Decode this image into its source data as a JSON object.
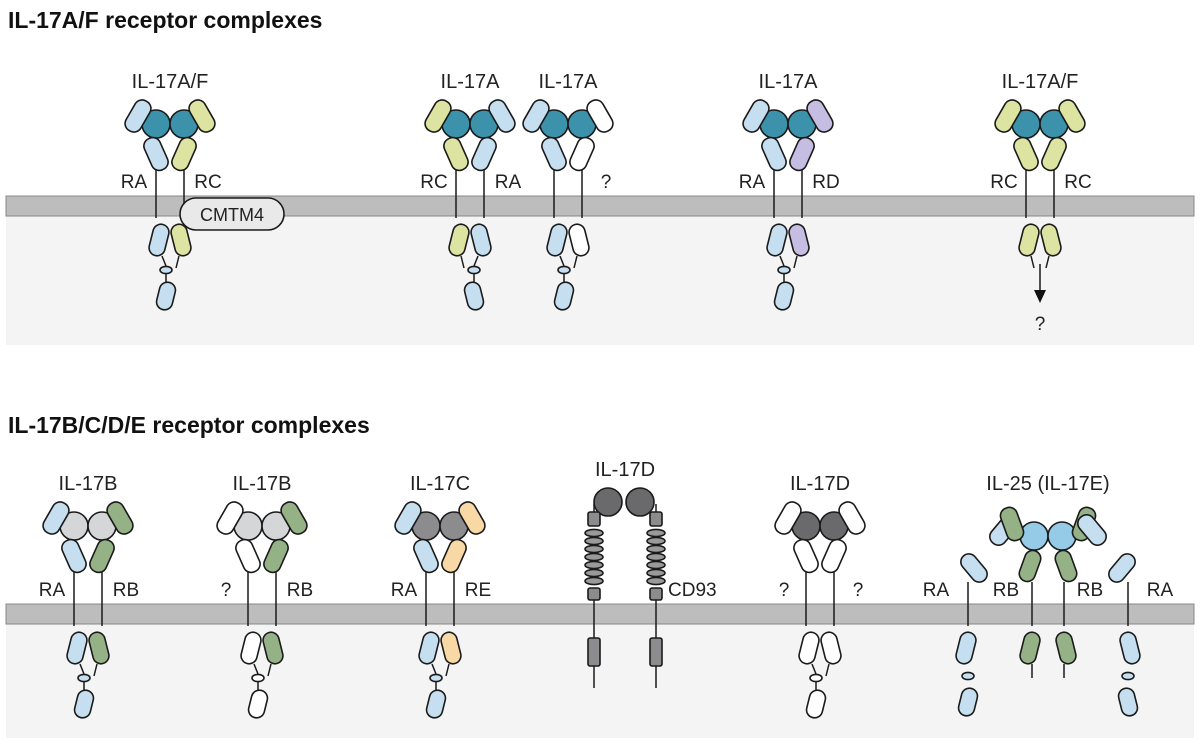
{
  "titles": {
    "af": "IL-17A/F receptor complexes",
    "bcde": "IL-17B/C/D/E receptor complexes"
  },
  "colors": {
    "RA": "#c6dff0",
    "RC": "#dde3a0",
    "RD": "#c5bde2",
    "RB": "#95b287",
    "RE": "#f8d9a6",
    "unknown": "#ffffff",
    "il17af": "#3c92ab",
    "il17b": "#d5d6d8",
    "il17c": "#8c8c8e",
    "il17d": "#6a6a6c",
    "il25": "#95cbe6",
    "membrane": "#bdbdbd"
  },
  "af_complexes": [
    {
      "ligand": "IL-17A/F",
      "left": "RA",
      "right": "RC",
      "extra": "CMTM4"
    },
    {
      "ligand": "IL-17A",
      "left": "RC",
      "right": "RA"
    },
    {
      "ligand": "IL-17A",
      "left": "",
      "right": "?"
    },
    {
      "ligand": "IL-17A",
      "left": "RA",
      "right": "RD"
    },
    {
      "ligand": "IL-17A/F",
      "left": "RC",
      "right": "RC",
      "arrow_label": "?"
    }
  ],
  "bcde_complexes": [
    {
      "ligand": "IL-17B",
      "left": "RA",
      "right": "RB"
    },
    {
      "ligand": "IL-17B",
      "left": "?",
      "right": "RB"
    },
    {
      "ligand": "IL-17C",
      "left": "RA",
      "right": "RE"
    },
    {
      "ligand": "IL-17D",
      "right": "CD93"
    },
    {
      "ligand": "IL-17D",
      "left": "?",
      "right": "?"
    },
    {
      "ligand": "IL-25 (IL-17E)",
      "labels": [
        "RA",
        "RB",
        "RB",
        "RA"
      ]
    }
  ]
}
